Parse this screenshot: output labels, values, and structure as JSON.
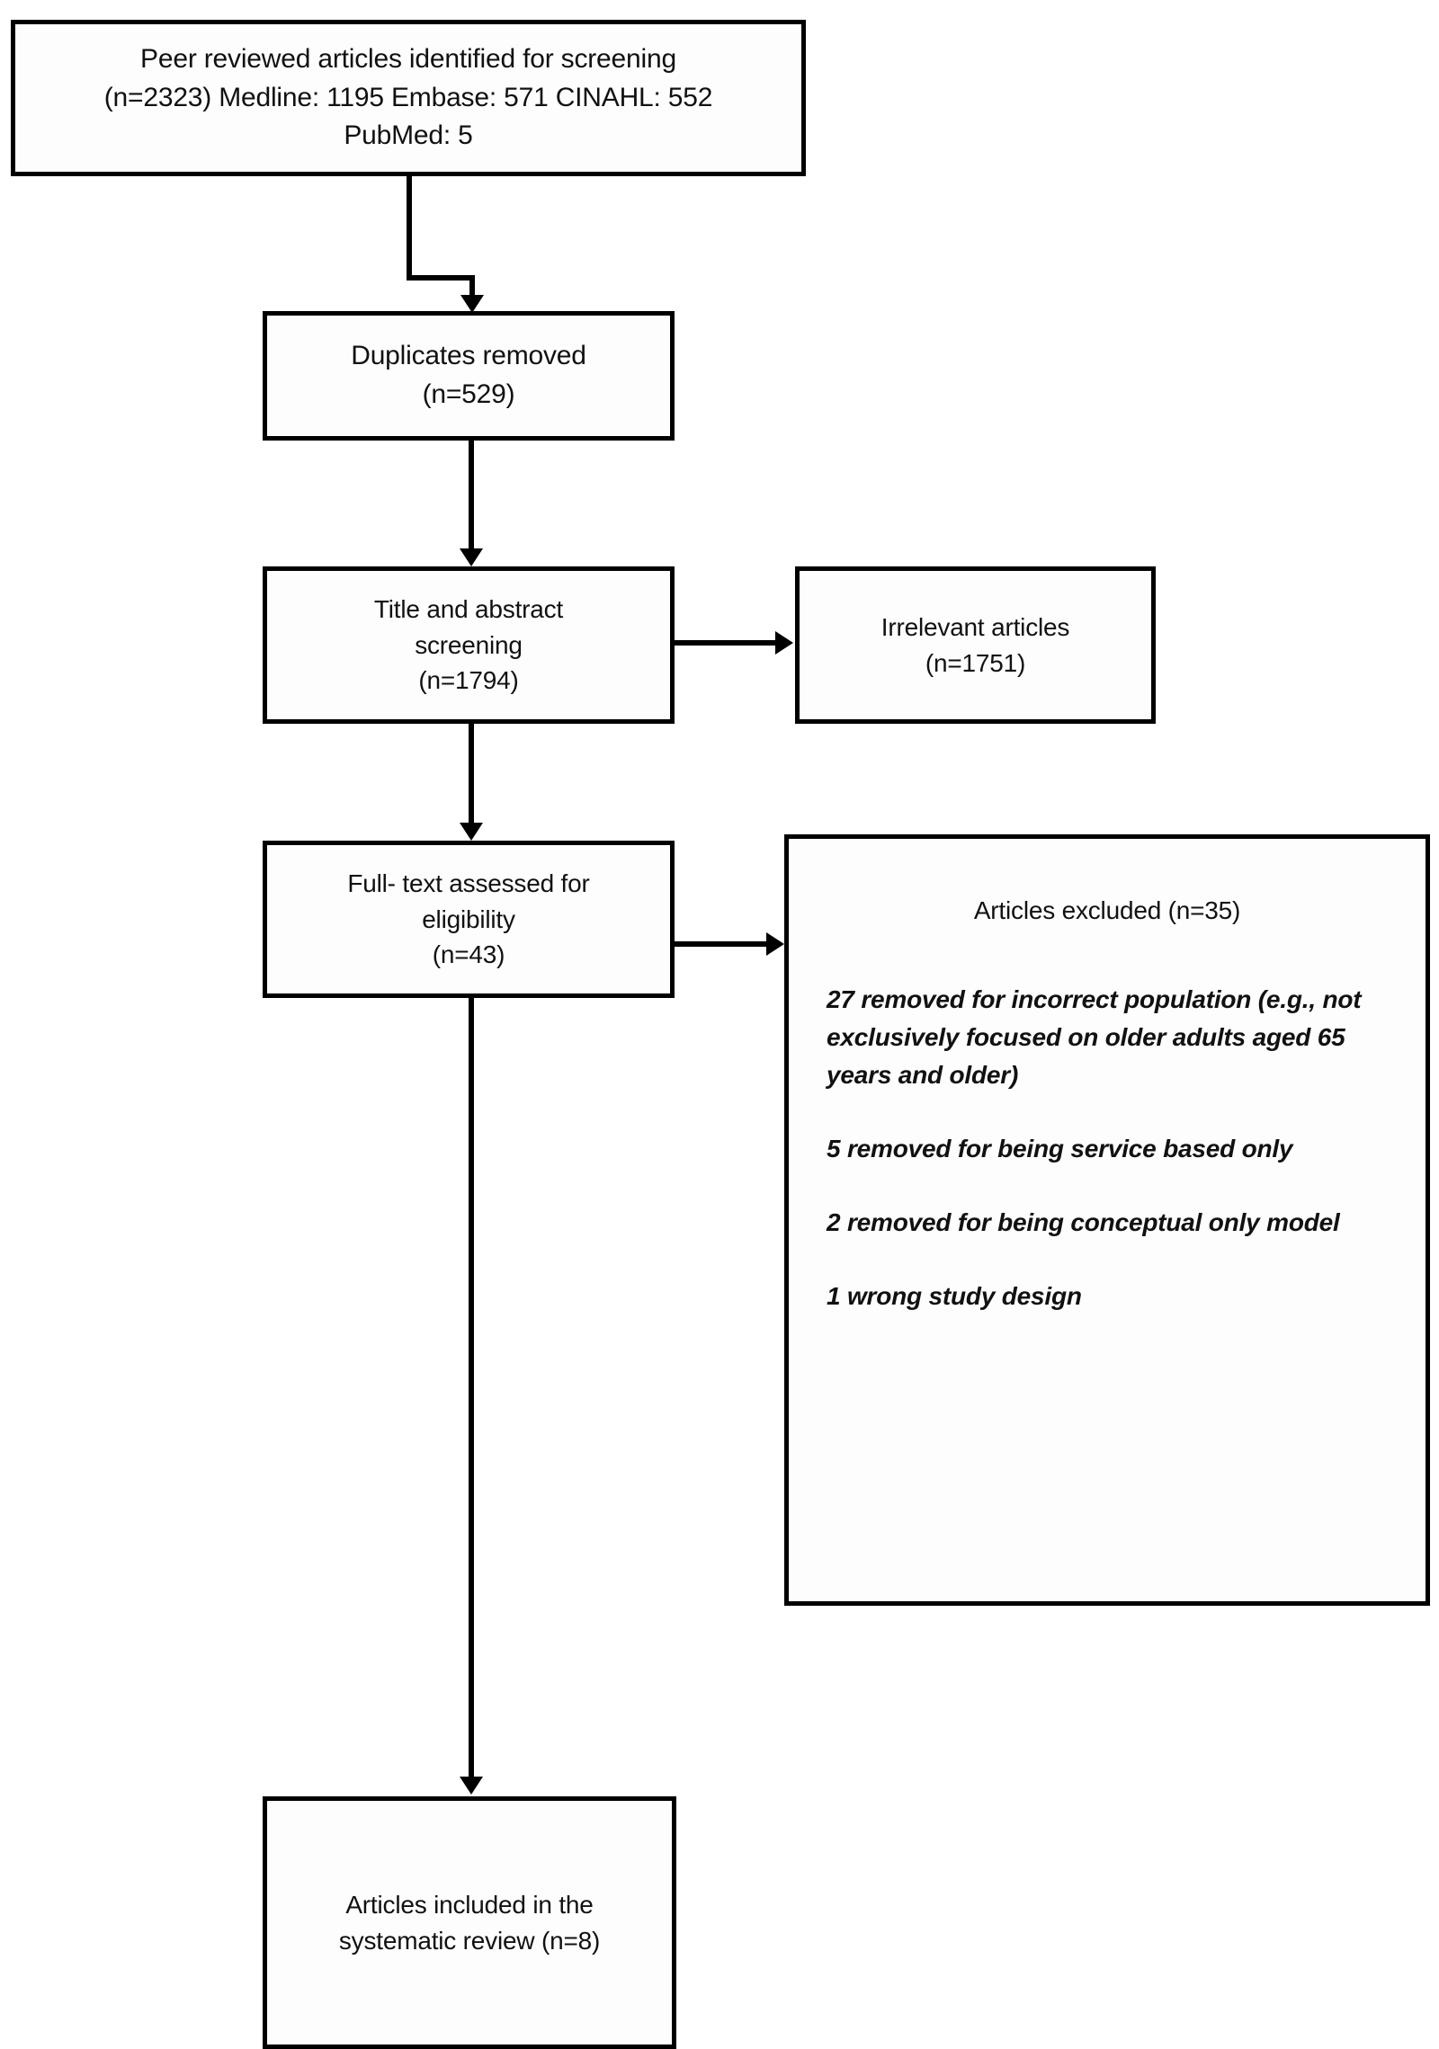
{
  "diagram": {
    "type": "prisma-flow-diagram",
    "nodes": {
      "identified": {
        "lines": [
          "Peer reviewed articles identified for screening",
          "(n=2323) Medline: 1195 Embase: 571 CINAHL: 552",
          "PubMed: 5"
        ]
      },
      "duplicates": {
        "lines": [
          "Duplicates removed",
          "(n=529)"
        ]
      },
      "screening": {
        "lines": [
          "Title and abstract",
          "screening",
          "(n=1794)"
        ]
      },
      "irrelevant": {
        "lines": [
          "Irrelevant articles",
          "(n=1751)"
        ]
      },
      "fulltext": {
        "lines": [
          "Full- text assessed for",
          "eligibility",
          "(n=43)"
        ]
      },
      "excluded": {
        "heading": "Articles excluded (n=35)",
        "reasons": [
          "27 removed for incorrect population (e.g., not exclusively focused on older adults aged 65 years and older)",
          "5 removed for being service based only",
          "2 removed for being conceptual only model",
          "1 wrong study design"
        ]
      },
      "included": {
        "lines": [
          "Articles included in the",
          "systematic review (n=8)"
        ]
      }
    },
    "counts": {
      "identified_total": 2323,
      "medline": 1195,
      "embase": 571,
      "cinahl": 552,
      "pubmed": 5,
      "duplicates_removed": 529,
      "title_abstract_screened": 1794,
      "irrelevant": 1751,
      "fulltext_assessed": 43,
      "excluded": 35,
      "excluded_incorrect_population": 27,
      "excluded_service_based": 5,
      "excluded_conceptual_model": 2,
      "excluded_wrong_design": 1,
      "included": 8
    },
    "colors": {
      "border": "#000000",
      "text": "#111111",
      "background": "#ffffff"
    }
  }
}
